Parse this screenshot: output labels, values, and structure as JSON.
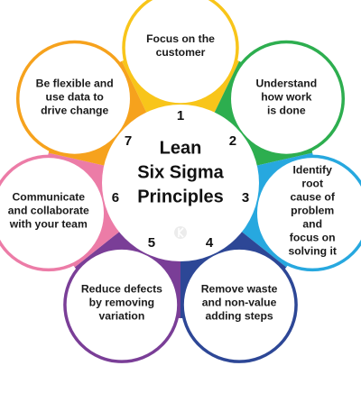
{
  "diagram": {
    "title_lines": [
      "Lean",
      "Six Sigma",
      "Principles"
    ],
    "principles": [
      {
        "number": "1",
        "text": "Focus on the\ncustomer",
        "color": "#F8C51A"
      },
      {
        "number": "2",
        "text": "Understand\nhow work\nis done",
        "color": "#2DAE4F"
      },
      {
        "number": "3",
        "text": "Identify\nroot cause of\nproblem and\nfocus on\nsolving it",
        "color": "#27A8DF"
      },
      {
        "number": "4",
        "text": "Remove waste\nand non-value\nadding steps",
        "color": "#2D4796"
      },
      {
        "number": "5",
        "text": "Reduce defects\nby removing\nvariation",
        "color": "#7A3E97"
      },
      {
        "number": "6",
        "text": "Communicate\nand collaborate\nwith your team",
        "color": "#EC7CA7"
      },
      {
        "number": "7",
        "text": "Be flexible and\nuse data to\ndrive change",
        "color": "#F6A21D"
      }
    ],
    "logo_icon": "k-logo-icon"
  }
}
